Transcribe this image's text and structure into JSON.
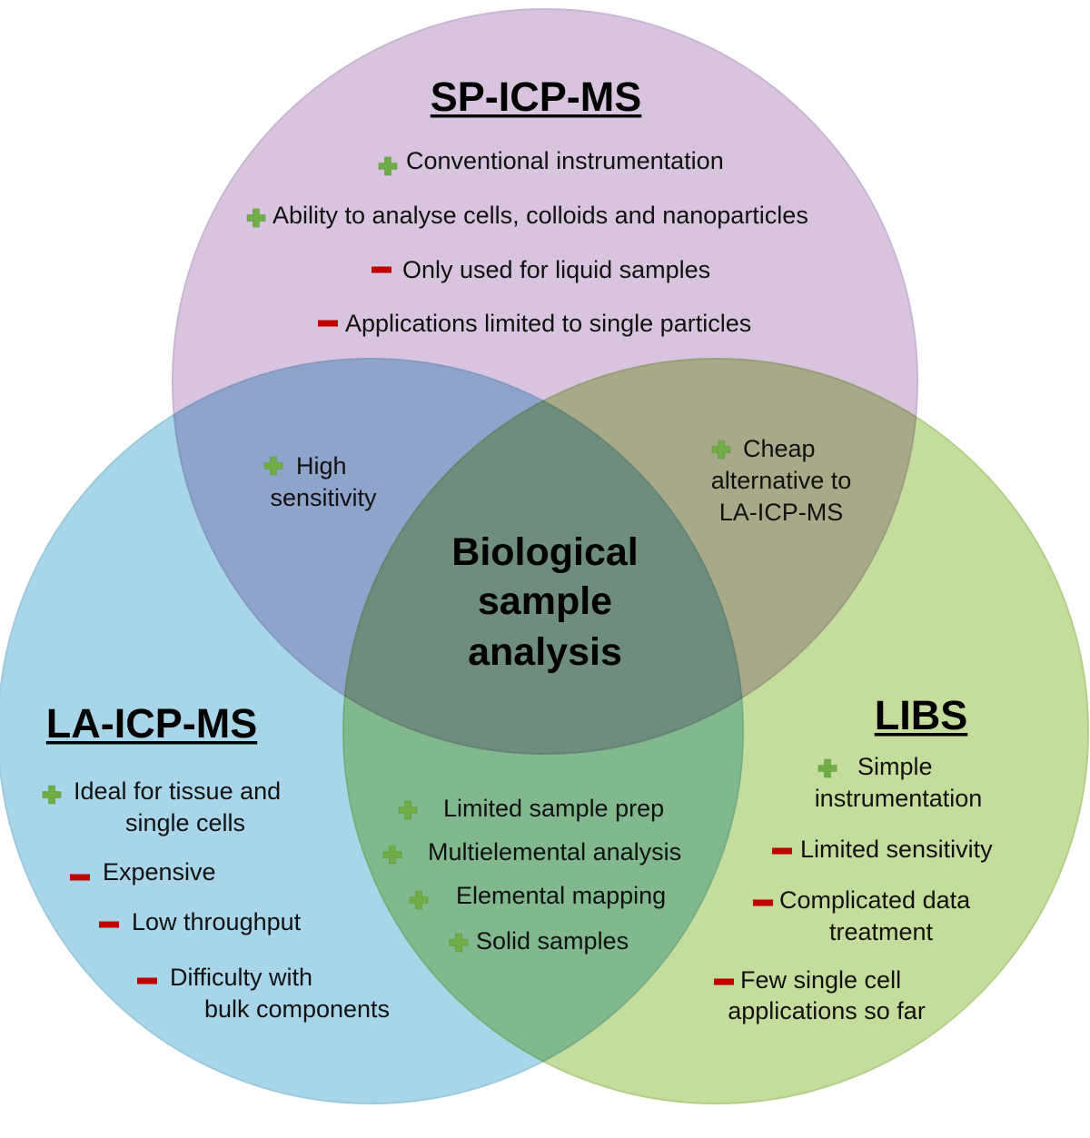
{
  "center_title": [
    "Biological",
    "sample",
    "analysis"
  ],
  "colors": {
    "sp_circle": "#d9c4e0",
    "la_circle": "#a8d6e8",
    "libs_circle": "#c4dc9c",
    "plus": "#70ad47",
    "minus": "#c00000"
  },
  "sp_icp_ms": {
    "title": "SP-ICP-MS",
    "items": [
      {
        "sign": "plus",
        "lines": [
          "Conventional instrumentation"
        ]
      },
      {
        "sign": "plus",
        "lines": [
          "Ability to analyse cells, colloids and nanoparticles"
        ]
      },
      {
        "sign": "minus",
        "lines": [
          "Only used for liquid samples"
        ]
      },
      {
        "sign": "minus",
        "lines": [
          "Applications limited to single particles"
        ]
      }
    ]
  },
  "la_icp_ms": {
    "title": "LA-ICP-MS",
    "items": [
      {
        "sign": "plus",
        "lines": [
          "Ideal for tissue and",
          "single cells"
        ]
      },
      {
        "sign": "minus",
        "lines": [
          "Expensive"
        ]
      },
      {
        "sign": "minus",
        "lines": [
          "Low throughput"
        ]
      },
      {
        "sign": "minus",
        "lines": [
          "Difficulty with",
          "bulk components"
        ]
      }
    ]
  },
  "libs": {
    "title": "LIBS",
    "items": [
      {
        "sign": "plus",
        "lines": [
          "Simple",
          "instrumentation"
        ]
      },
      {
        "sign": "minus",
        "lines": [
          "Limited sensitivity"
        ]
      },
      {
        "sign": "minus",
        "lines": [
          "Complicated data",
          "treatment"
        ]
      },
      {
        "sign": "minus",
        "lines": [
          "Few single cell",
          "applications so far"
        ]
      }
    ]
  },
  "sp_la_overlap": {
    "sign": "plus",
    "lines": [
      "High",
      "sensitivity"
    ]
  },
  "sp_libs_overlap": {
    "sign": "plus",
    "lines": [
      "Cheap",
      "alternative to",
      "LA-ICP-MS"
    ]
  },
  "la_libs_overlap": {
    "items": [
      {
        "sign": "plus",
        "lines": [
          "Limited sample prep"
        ]
      },
      {
        "sign": "plus",
        "lines": [
          "Multielemental analysis"
        ]
      },
      {
        "sign": "plus",
        "lines": [
          "Elemental mapping"
        ]
      },
      {
        "sign": "plus",
        "lines": [
          "Solid samples"
        ]
      }
    ]
  }
}
